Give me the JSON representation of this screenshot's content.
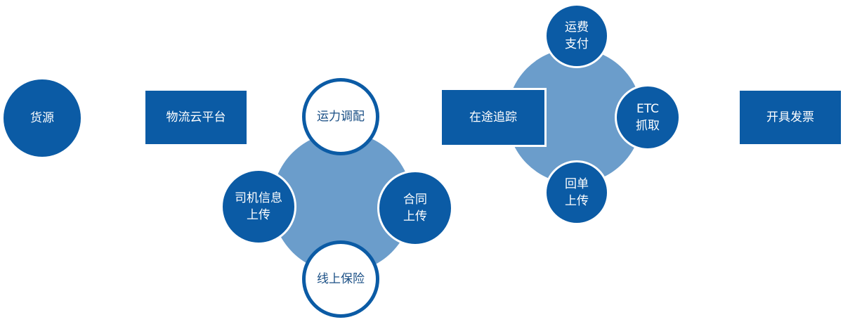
{
  "nodes": {
    "cargo_source": "货源",
    "logistics_platform": "物流云平台",
    "capacity_dispatch": "运力调配",
    "driver_info_upload": "司机信息\n上传",
    "contract_upload": "合同\n上传",
    "online_insurance": "线上保险",
    "in_transit_tracking": "在途追踪",
    "freight_payment": "运费\n支付",
    "etc_capture": "ETC\n抓取",
    "receipt_upload": "回单\n上传",
    "issue_invoice": "开具发票"
  },
  "colors": {
    "primary": "#0b5ba5",
    "hub": "#6b9dcb",
    "light_text": "#1a4f85",
    "background": "#ffffff"
  }
}
